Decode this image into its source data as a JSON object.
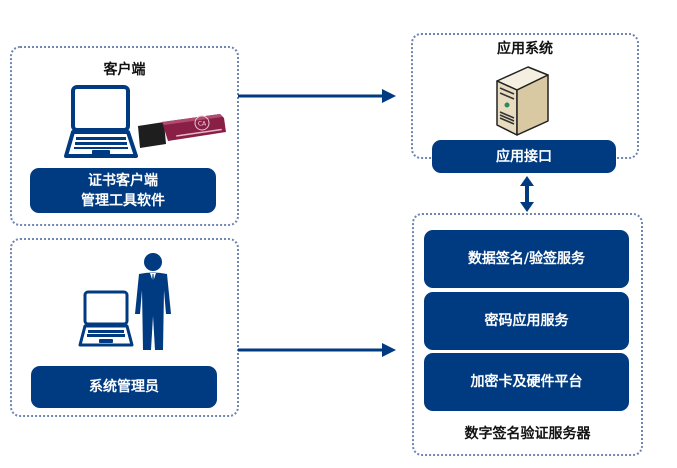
{
  "client_group": {
    "title": "客户端",
    "button_line1": "证书客户端",
    "button_line2": "管理工具软件",
    "icons": [
      "laptop-icon",
      "usb-key-icon"
    ]
  },
  "admin_group": {
    "button_label": "系统管理员",
    "icons": [
      "laptop-icon",
      "person-icon"
    ]
  },
  "app_group": {
    "title": "应用系统",
    "interface_label": "应用接口",
    "icons": [
      "server-icon"
    ]
  },
  "sign_server_group": {
    "title": "数字签名验证服务器",
    "layers": [
      "数据签名/验签服务",
      "密码应用服务",
      "加密卡及硬件平台"
    ]
  },
  "usb_key": {
    "label": "CA"
  },
  "colors": {
    "primary_blue": "#003a80",
    "border_dotted": "#6f86b3",
    "usb_body": "#8a1f45"
  }
}
